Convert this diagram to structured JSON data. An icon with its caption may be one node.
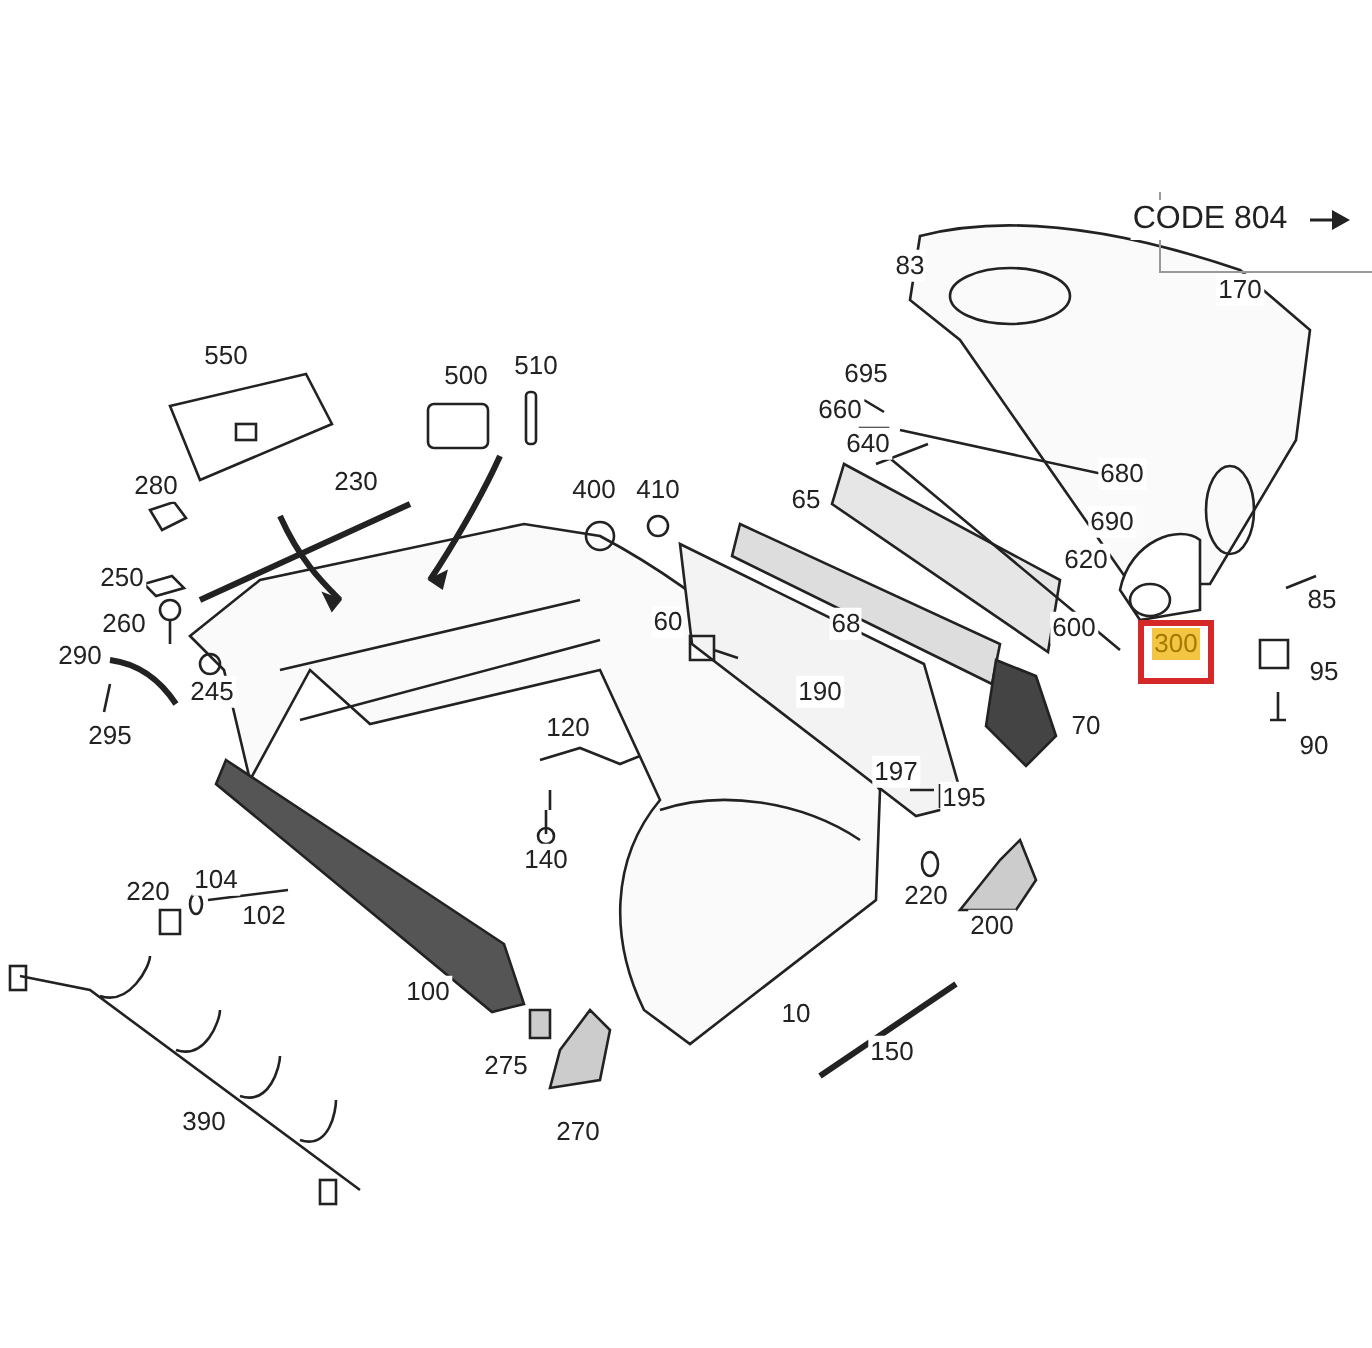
{
  "diagram": {
    "nodes": [
      {
        "text": [
          "300"
        ]
      }
    ],
    "edges": [],
    "labels": [
      "CODE 804",
      "83",
      "170",
      "550",
      "500",
      "510",
      "695",
      "660",
      "640",
      "280",
      "230",
      "680",
      "400",
      "410",
      "65",
      "690",
      "620",
      "250",
      "85",
      "260",
      "60",
      "68",
      "600",
      "290",
      "95",
      "245",
      "190",
      "70",
      "90",
      "295",
      "120",
      "197",
      "195",
      "140",
      "220",
      "104",
      "102",
      "220",
      "200",
      "100",
      "10",
      "150",
      "275",
      "270",
      "390"
    ]
  }
}
